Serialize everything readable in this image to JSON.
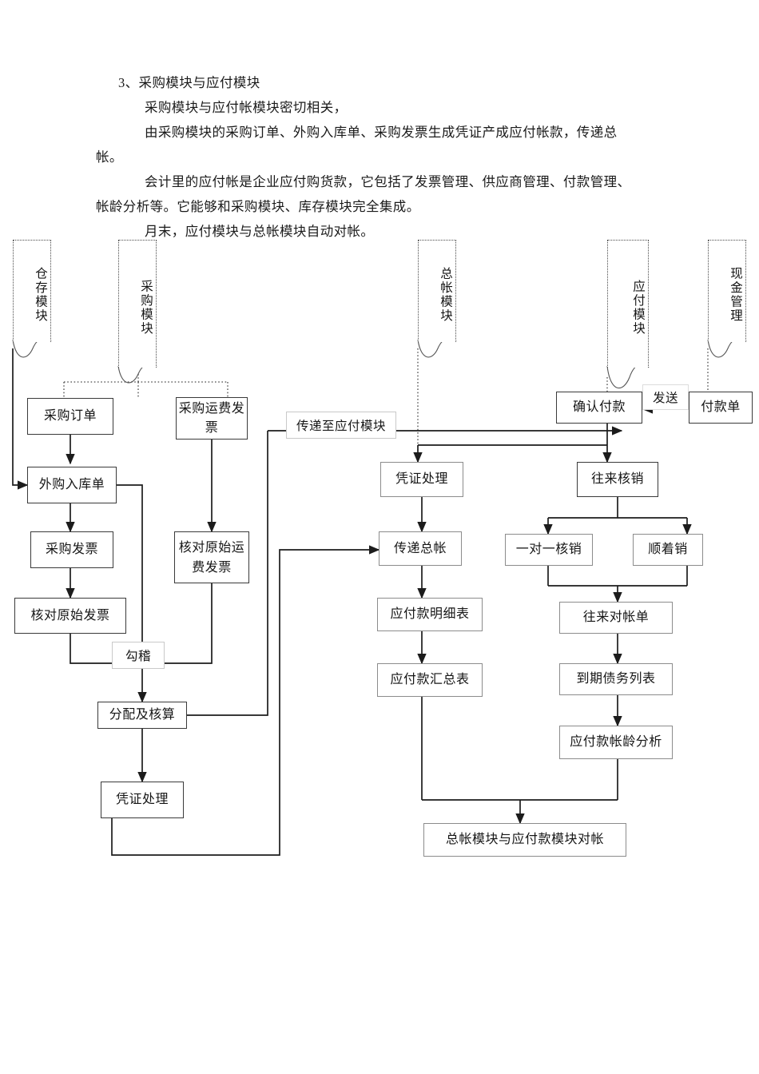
{
  "document": {
    "heading": "3、采购模块与应付模块",
    "paragraphs": [
      "采购模块与应付帐模块密切相关，",
      "由采购模块的采购订单、外购入库单、采购发票生成凭证产成应付帐款，传递总",
      "帐。",
      "会计里的应付帐是企业应付购货款，它包括了发票管理、供应商管理、付款管理、",
      "帐龄分析等。它能够和采购模块、库存模块完全集成。",
      "月末，应付模块与总帐模块自动对帐。"
    ]
  },
  "diagram": {
    "type": "flowchart",
    "lanes": [
      {
        "id": "lane-inventory",
        "label": "仓存模块"
      },
      {
        "id": "lane-purchase",
        "label": "采购模块"
      },
      {
        "id": "lane-ledger",
        "label": "总帐模块"
      },
      {
        "id": "lane-payable",
        "label": "应付模块"
      },
      {
        "id": "lane-cash",
        "label": "现金管理"
      }
    ],
    "nodes": [
      {
        "id": "n-purchase-order",
        "label": "采购订单"
      },
      {
        "id": "n-freight-invoice",
        "label": "采购运费发票"
      },
      {
        "id": "n-goods-receipt",
        "label": "外购入库单"
      },
      {
        "id": "n-purchase-invoice",
        "label": "采购发票"
      },
      {
        "id": "n-check-orig-invoice",
        "label": "核对原始发票"
      },
      {
        "id": "n-check-orig-freight",
        "label": "核对原始运费发票"
      },
      {
        "id": "n-allocate-account",
        "label": "分配及核算"
      },
      {
        "id": "n-voucher-left",
        "label": "凭证处理"
      },
      {
        "id": "n-voucher-center",
        "label": "凭证处理"
      },
      {
        "id": "n-transfer-ledger",
        "label": "传递总帐"
      },
      {
        "id": "n-payable-detail",
        "label": "应付款明细表"
      },
      {
        "id": "n-payable-summary",
        "label": "应付款汇总表"
      },
      {
        "id": "n-confirm-payment",
        "label": "确认付款"
      },
      {
        "id": "n-payment-slip",
        "label": "付款单"
      },
      {
        "id": "n-ap-offset",
        "label": "往来核销"
      },
      {
        "id": "n-one-to-one",
        "label": "一对一核销"
      },
      {
        "id": "n-sequential",
        "label": "顺着销"
      },
      {
        "id": "n-statement",
        "label": "往来对帐单"
      },
      {
        "id": "n-due-debt-list",
        "label": "到期债务列表"
      },
      {
        "id": "n-aging-analysis",
        "label": "应付款帐龄分析"
      },
      {
        "id": "n-reconcile",
        "label": "总帐模块与应付款模块对帐"
      }
    ],
    "edge_labels": [
      {
        "id": "lbl-transfer-ap",
        "label": "传递至应付模块"
      },
      {
        "id": "lbl-tiecheck",
        "label": "勾稽"
      },
      {
        "id": "lbl-send",
        "label": "发送"
      }
    ],
    "colors": {
      "node_border": "#3a3a3a",
      "thin_border": "#8c8c8c",
      "label_border": "#c9c9c9",
      "line": "#1c1c1c",
      "dotted_lane": "#4a4a4a",
      "background": "#ffffff"
    }
  }
}
